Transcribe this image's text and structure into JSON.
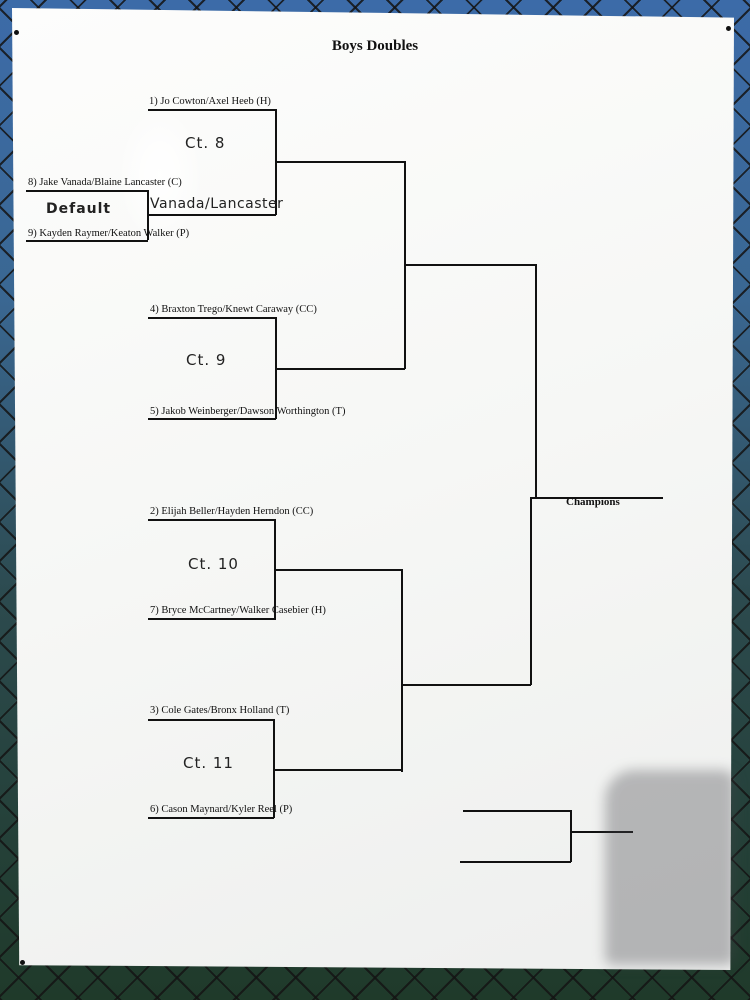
{
  "bracket": {
    "title": "Boys Doubles",
    "first_round": [
      "1) Jo  Cowton/Axel Heeb (H)",
      "8) Jake Vanada/Blaine Lancaster (C)",
      "9) Kayden Raymer/Keaton Walker (P)",
      "4) Braxton Trego/Knewt Caraway (CC)",
      "5) Jakob Weinberger/Dawson Worthington (T)",
      "2) Elijah Beller/Hayden Herndon (CC)",
      "7) Bryce McCartney/Walker Casebier (H)",
      "3) Cole Gates/Bronx Holland (T)",
      "6) Cason Maynard/Kyler Reel (P)"
    ],
    "champions_label": "Champions"
  },
  "handwriting": {
    "court_8": "Ct. 8",
    "court_9": "Ct. 9",
    "court_10": "Ct. 10",
    "court_11": "Ct. 11",
    "default_note": "Default",
    "winner_8_9": "Vanada/Lancaster"
  }
}
